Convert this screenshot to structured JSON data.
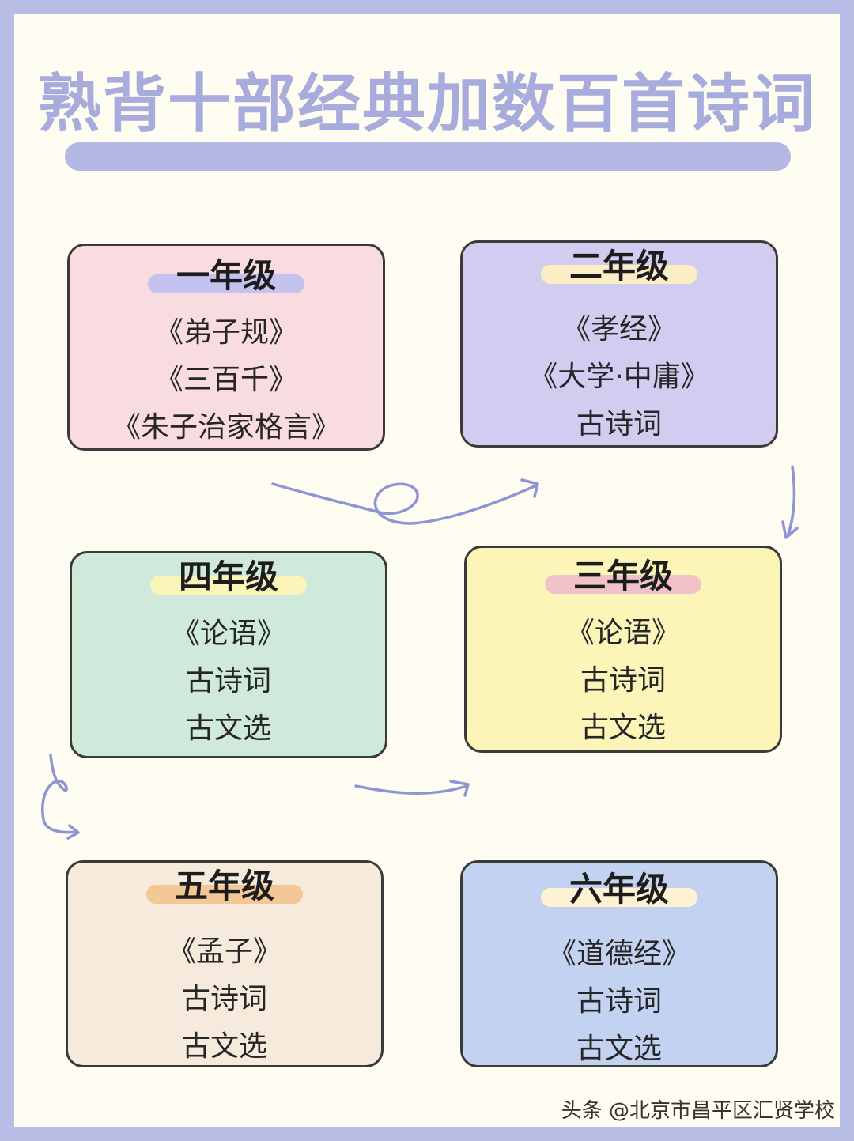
{
  "title": "熟背十部经典加数百首诗词",
  "watermark": "头条 @北京市昌平区汇贤学校",
  "colors": {
    "background_frame": "#b8bde6",
    "paper": "#fffcf1",
    "title": "#a8acdd"
  },
  "cards": [
    {
      "grade": "一年级",
      "bg": "#f8dcdf",
      "highlight": "#c4c3ef",
      "items": [
        "《弟子规》",
        "《三百千》",
        "《朱子治家格言》"
      ]
    },
    {
      "grade": "二年级",
      "bg": "#d2cdf0",
      "highlight": "#fbedc4",
      "items": [
        "《孝经》",
        "《大学·中庸》",
        "古诗词"
      ]
    },
    {
      "grade": "四年级",
      "bg": "#cfe9da",
      "highlight": "#fbf4b8",
      "items": [
        "《论语》",
        "古诗词",
        "古文选"
      ]
    },
    {
      "grade": "三年级",
      "bg": "#fcf5b8",
      "highlight": "#f1c3c8",
      "items": [
        "《论语》",
        "古诗词",
        "古文选"
      ]
    },
    {
      "grade": "五年级",
      "bg": "#f6eadc",
      "highlight": "#f4c894",
      "items": [
        "《孟子》",
        "古诗词",
        "古文选"
      ]
    },
    {
      "grade": "六年级",
      "bg": "#c3d2f0",
      "highlight": "#fdf3d2",
      "items": [
        "《道德经》",
        "古诗词",
        "古文选"
      ]
    }
  ]
}
